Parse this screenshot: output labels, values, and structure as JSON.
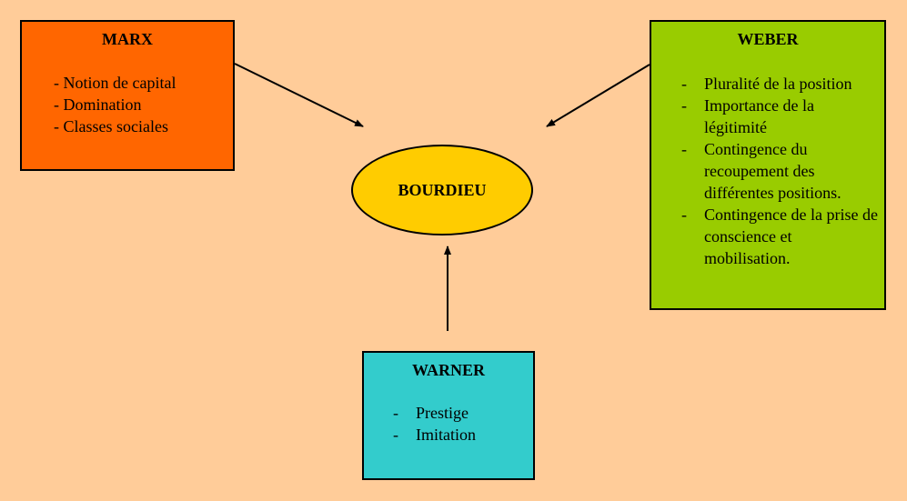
{
  "colors": {
    "background": "#FFCC99",
    "marx": "#FF6600",
    "weber": "#99CC00",
    "warner": "#33CCCC",
    "bourdieu": "#FFCC00"
  },
  "marx": {
    "title": "MARX",
    "items": [
      "- Notion de capital",
      "- Domination",
      "- Classes sociales"
    ]
  },
  "weber": {
    "title": "WEBER",
    "items": [
      "Pluralité de la position",
      "Importance de la légitimité",
      "Contingence du recoupement des différentes positions.",
      "Contingence de la prise de conscience et mobilisation."
    ]
  },
  "warner": {
    "title": "WARNER",
    "items": [
      "Prestige",
      "Imitation"
    ]
  },
  "bourdieu": {
    "label": "BOURDIEU"
  }
}
